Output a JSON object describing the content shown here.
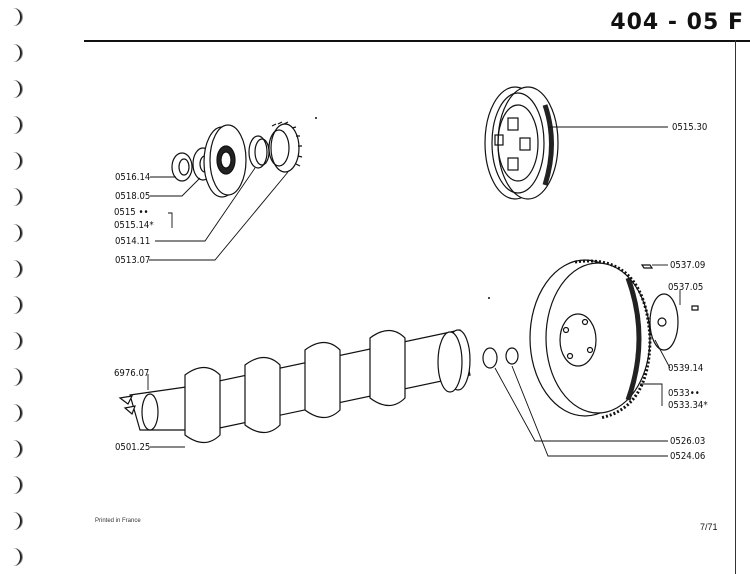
{
  "header": {
    "code": "404 - 05 F"
  },
  "parts": {
    "p0516_14": "0516.14",
    "p0518_05": "0518.05",
    "p0515": "0515 ••",
    "p0515_14": "0515.14*",
    "p0514_11": "0514.11",
    "p0513_07": "0513.07",
    "p0515_30": "0515.30",
    "p0537_09": "0537.09",
    "p0537_05": "0537.05",
    "p0539_14": "0539.14",
    "p0533": "0533••",
    "p0533_34": "0533.34*",
    "p0526_03": "0526.03",
    "p0524_06": "0524.06",
    "p6976_07": "6976.07",
    "p0501_25": "0501.25"
  },
  "footer": {
    "printed": "Printed in France",
    "page": "7/71"
  }
}
